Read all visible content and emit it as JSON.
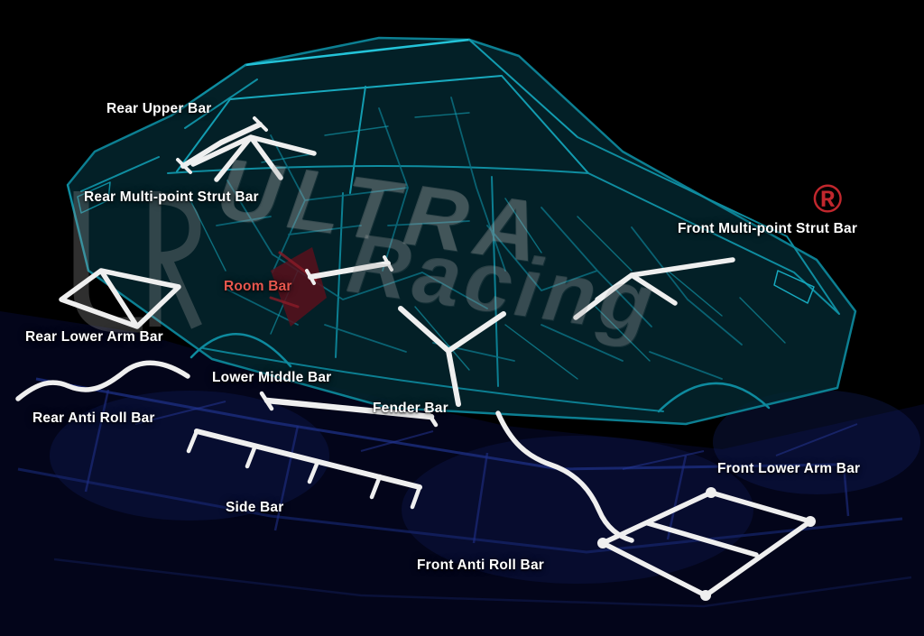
{
  "illustration": {
    "subject": "car-chassis-wireframe-with-strut-bars",
    "colors": {
      "background": "#000000",
      "car_teal": "#0d8396",
      "car_teal_bright": "#23c3d8",
      "underbody_blue": "#101d5c",
      "bar_white": "#efefef",
      "accent_red": "#c1272d",
      "interior_red": "#58101c"
    }
  },
  "watermark": {
    "line1": "ULTRA",
    "line2": "Racing",
    "registered": "®"
  },
  "labels": [
    {
      "text": "Rear Upper Bar",
      "color": "#ffffff"
    },
    {
      "text": "Rear Multi-point Strut Bar",
      "color": "#ffffff"
    },
    {
      "text": "Room Bar",
      "color": "#e8574e"
    },
    {
      "text": "Rear Lower Arm Bar",
      "color": "#ffffff"
    },
    {
      "text": "Lower Middle Bar",
      "color": "#ffffff"
    },
    {
      "text": "Rear Anti Roll Bar",
      "color": "#ffffff"
    },
    {
      "text": "Fender Bar",
      "color": "#ffffff"
    },
    {
      "text": "Side Bar",
      "color": "#ffffff"
    },
    {
      "text": "Front Anti Roll Bar",
      "color": "#ffffff"
    },
    {
      "text": "Front Lower Arm Bar",
      "color": "#ffffff"
    },
    {
      "text": "Front Multi-point Strut Bar",
      "color": "#ffffff"
    }
  ]
}
